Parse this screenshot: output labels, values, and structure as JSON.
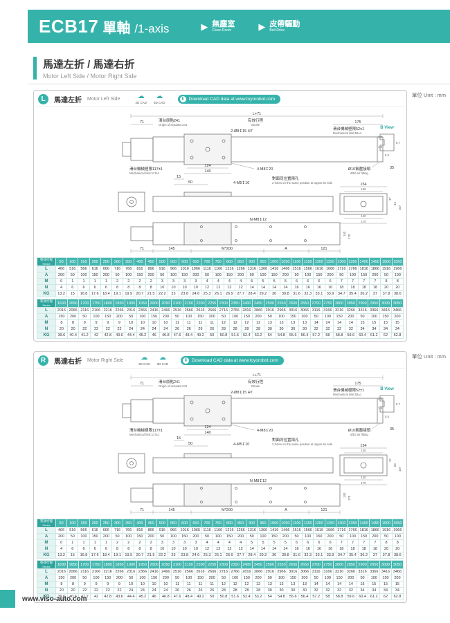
{
  "header": {
    "model": "ECB17",
    "title_zh": "單軸",
    "title_en": "/1-axis",
    "badges": [
      {
        "zh": "無塵室",
        "en": "Clean Room"
      },
      {
        "zh": "皮帶驅動",
        "en": "Belt Drive"
      }
    ]
  },
  "section": {
    "title_zh": "馬達左折 / 馬達右折",
    "title_en": "Motor Left Side / Motor Right Side"
  },
  "unit_label": "單位 Unit : mm",
  "panel_common": {
    "cad2d": "2D CAD",
    "cad3d": "3D CAD",
    "download": "Download CAD data at www.toyorobot.com"
  },
  "panels": [
    {
      "letter": "L",
      "title_zh": "馬達左折",
      "title_en": "Motor Left Side"
    },
    {
      "letter": "R",
      "title_zh": "馬達右折",
      "title_en": "Motor Right Side"
    }
  ],
  "drawing": {
    "l71": "L+71",
    "d71": "71",
    "origin_zh": "滑台原點241",
    "origin_en": "Origin of actuator:241",
    "stroke_zh": "有效行程",
    "stroke_en": "Stroke",
    "d175": "175",
    "holes_top": "2-Ø8↧15 H7",
    "mech52_zh": "滑台機械極限52±1",
    "mech52_en": "Mechanical limit:52±1",
    "b_view": "B View",
    "b35": "3.5",
    "b57": "5.7",
    "b18": "1.8",
    "b55": "5.5",
    "air_zh": "Ø10氣壓接頭",
    "air_en": "Ø10 air fitting",
    "d35": "35",
    "mech117_zh": "滑台機械極限117±1",
    "mech117_en": "Mechanical limit:117±1",
    "d124": "124",
    "d140": "140",
    "d15": "15",
    "d50": "50",
    "m8": "4-M8↧20",
    "m5": "4-M5↧10",
    "opp_zh": "對面同位置兩孔",
    "opp_en": "2 holes on the same position at oppos ite side",
    "d154": "154",
    "d136": "136",
    "d37": "37",
    "d84": "84",
    "d107": "107",
    "d140b": "140",
    "d170b": "170",
    "side140": "140",
    "side170": "170",
    "nm8": "N-M8↧12",
    "d71b": "71",
    "d145": "145",
    "m200": "M*200",
    "dA": "A",
    "d121": "121"
  },
  "tables": [
    {
      "header_zh": "有效行程",
      "header_en": "Stroke",
      "strokes": [
        "50",
        "100",
        "150",
        "200",
        "250",
        "300",
        "350",
        "400",
        "450",
        "500",
        "550",
        "600",
        "650",
        "700",
        "750",
        "800",
        "850",
        "900",
        "950",
        "1000",
        "1050",
        "1100",
        "1150",
        "1200",
        "1250",
        "1300",
        "1350",
        "1400",
        "1450",
        "1500",
        "1550"
      ],
      "rows": [
        {
          "label": "L",
          "values": [
            "466",
            "516",
            "566",
            "616",
            "666",
            "716",
            "766",
            "816",
            "866",
            "916",
            "966",
            "1016",
            "1066",
            "1116",
            "1166",
            "1216",
            "1266",
            "1316",
            "1366",
            "1416",
            "1466",
            "1516",
            "1566",
            "1616",
            "1666",
            "1716",
            "1766",
            "1816",
            "1866",
            "1916",
            "1966"
          ]
        },
        {
          "label": "A",
          "values": [
            "200",
            "50",
            "100",
            "150",
            "200",
            "50",
            "100",
            "150",
            "200",
            "50",
            "100",
            "150",
            "200",
            "50",
            "100",
            "150",
            "200",
            "50",
            "100",
            "150",
            "200",
            "50",
            "100",
            "150",
            "200",
            "50",
            "100",
            "150",
            "200",
            "50",
            "100"
          ]
        },
        {
          "label": "M",
          "values": [
            "0",
            "1",
            "1",
            "1",
            "1",
            "2",
            "2",
            "2",
            "2",
            "3",
            "3",
            "3",
            "3",
            "4",
            "4",
            "4",
            "4",
            "5",
            "5",
            "5",
            "5",
            "6",
            "6",
            "6",
            "6",
            "7",
            "7",
            "7",
            "7",
            "8",
            "8"
          ]
        },
        {
          "label": "N",
          "values": [
            "4",
            "6",
            "6",
            "6",
            "6",
            "8",
            "8",
            "8",
            "8",
            "10",
            "10",
            "10",
            "10",
            "12",
            "12",
            "12",
            "12",
            "14",
            "14",
            "14",
            "14",
            "16",
            "16",
            "16",
            "16",
            "18",
            "18",
            "18",
            "18",
            "20",
            "20"
          ]
        },
        {
          "label": "KG",
          "values": [
            "13.2",
            "15",
            "16.8",
            "17.6",
            "18.4",
            "19.1",
            "19.9",
            "20.7",
            "21.5",
            "22.2",
            "23",
            "23.8",
            "24.6",
            "25.3",
            "26.1",
            "26.9",
            "27.7",
            "28.4",
            "29.2",
            "30",
            "30.8",
            "31.6",
            "32.3",
            "33.1",
            "33.9",
            "34.7",
            "35.4",
            "36.2",
            "37",
            "37.8",
            "38.6"
          ]
        }
      ]
    },
    {
      "header_zh": "有效行程",
      "header_en": "Stroke",
      "strokes": [
        "1600",
        "1650",
        "1700",
        "1750",
        "1800",
        "1850",
        "1900",
        "1950",
        "2000",
        "2050",
        "2100",
        "2150",
        "2200",
        "2250",
        "2300",
        "2350",
        "2400",
        "2450",
        "2500",
        "2550",
        "2600",
        "2650",
        "2700",
        "2750",
        "2800",
        "2850",
        "2900",
        "2950",
        "3000",
        "3050"
      ],
      "rows": [
        {
          "label": "L",
          "values": [
            "2016",
            "2066",
            "2116",
            "2166",
            "2216",
            "2266",
            "2316",
            "2366",
            "2416",
            "2466",
            "2516",
            "2566",
            "2616",
            "2666",
            "2716",
            "2766",
            "2816",
            "2866",
            "2916",
            "2966",
            "3016",
            "3066",
            "3116",
            "3166",
            "3216",
            "3266",
            "3316",
            "3366",
            "3416",
            "3466"
          ]
        },
        {
          "label": "A",
          "values": [
            "150",
            "200",
            "50",
            "100",
            "150",
            "200",
            "50",
            "100",
            "150",
            "200",
            "50",
            "100",
            "150",
            "200",
            "50",
            "100",
            "150",
            "200",
            "50",
            "100",
            "150",
            "200",
            "50",
            "100",
            "150",
            "200",
            "50",
            "100",
            "150",
            "200"
          ]
        },
        {
          "label": "M",
          "values": [
            "8",
            "8",
            "9",
            "9",
            "9",
            "9",
            "10",
            "10",
            "10",
            "10",
            "11",
            "11",
            "11",
            "11",
            "12",
            "12",
            "12",
            "12",
            "13",
            "13",
            "13",
            "13",
            "14",
            "14",
            "14",
            "14",
            "15",
            "15",
            "15",
            "15"
          ]
        },
        {
          "label": "N",
          "values": [
            "20",
            "20",
            "22",
            "22",
            "22",
            "22",
            "24",
            "24",
            "24",
            "24",
            "26",
            "26",
            "26",
            "26",
            "28",
            "28",
            "28",
            "28",
            "30",
            "30",
            "30",
            "30",
            "32",
            "32",
            "32",
            "32",
            "34",
            "34",
            "34",
            "34"
          ]
        },
        {
          "label": "KG",
          "values": [
            "39.6",
            "40.4",
            "41.2",
            "42",
            "42.8",
            "43.6",
            "44.4",
            "45.2",
            "46",
            "46.8",
            "47.6",
            "48.4",
            "49.2",
            "50",
            "50.8",
            "51.6",
            "52.4",
            "53.2",
            "54",
            "54.8",
            "55.6",
            "56.4",
            "57.2",
            "58",
            "58.8",
            "59.6",
            "60.4",
            "61.2",
            "62",
            "62.8"
          ]
        }
      ]
    }
  ],
  "footer": {
    "url": "www.viso-auto.com"
  }
}
